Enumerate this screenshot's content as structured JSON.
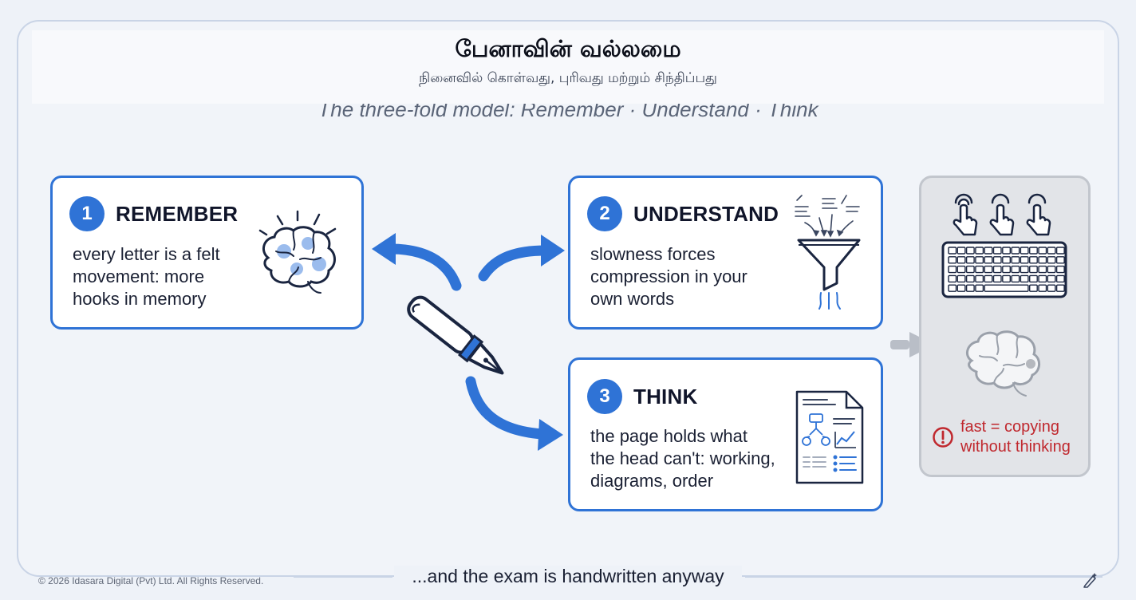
{
  "header": {
    "title": "பேனாவின் வல்லமை",
    "subtitle": "நினைவில் கொள்வது, புரிவது மற்றும் சிந்திப்பது",
    "model_line": "The three-fold model: Remember · Understand · Think"
  },
  "cards": [
    {
      "number": "1",
      "title": "REMEMBER",
      "lines": [
        "every letter is a felt",
        "movement: more",
        "hooks in memory"
      ],
      "icon": "brain-icon"
    },
    {
      "number": "2",
      "title": "UNDERSTAND",
      "lines": [
        "slowness forces",
        "compression in your",
        "own words"
      ],
      "icon": "funnel-icon"
    },
    {
      "number": "3",
      "title": "THINK",
      "lines": [
        "the page holds what",
        "the head can't: working,",
        "diagrams, order"
      ],
      "icon": "document-diagram-icon"
    }
  ],
  "contrast": {
    "warning_lines": [
      "fast = copying",
      "without thinking"
    ],
    "icons": [
      "tapping-finger-icon",
      "keyboard-icon",
      "faded-brain-icon",
      "warning-icon"
    ]
  },
  "footer": {
    "tagline": "...and the exam is handwritten anyway",
    "copyright": "© 2026 Idasara Digital (Pvt) Ltd. All Rights Reserved."
  },
  "colors": {
    "accent": "#2f73d6",
    "warning": "#c0282e",
    "panel_gray": "#e2e4e8"
  }
}
